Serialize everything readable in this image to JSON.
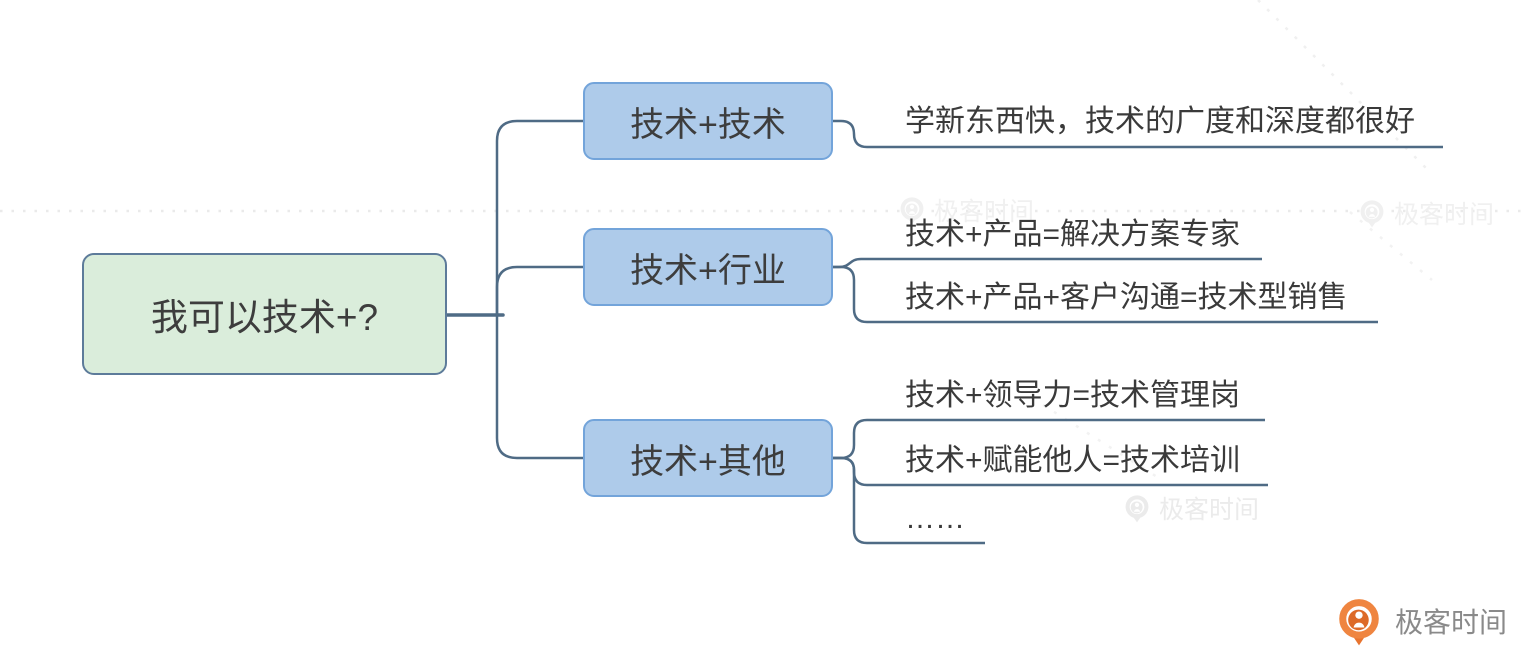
{
  "diagram": {
    "root": {
      "label": "我可以技术+?"
    },
    "branches": [
      {
        "label": "技术+技术",
        "leaves": [
          "学新东西快，技术的广度和深度都很好"
        ]
      },
      {
        "label": "技术+行业",
        "leaves": [
          "技术+产品=解决方案专家",
          "技术+产品+客户沟通=技术型销售"
        ]
      },
      {
        "label": "技术+其他",
        "leaves": [
          "技术+领导力=技术管理岗",
          "技术+赋能他人=技术培训",
          "……"
        ]
      }
    ]
  },
  "watermark": {
    "label": "极客时间"
  },
  "brand": {
    "label": "极客时间"
  },
  "colors": {
    "root_fill": "#daeddb",
    "root_border": "#5d7b9a",
    "branch_fill": "#aecbea",
    "branch_border": "#73a4da",
    "connector": "#4f6b85",
    "text": "#3a3a3a",
    "watermark": "#f0f0f0",
    "brand_orange": "#ec7d3d",
    "brand_text": "#8a8a8a"
  }
}
